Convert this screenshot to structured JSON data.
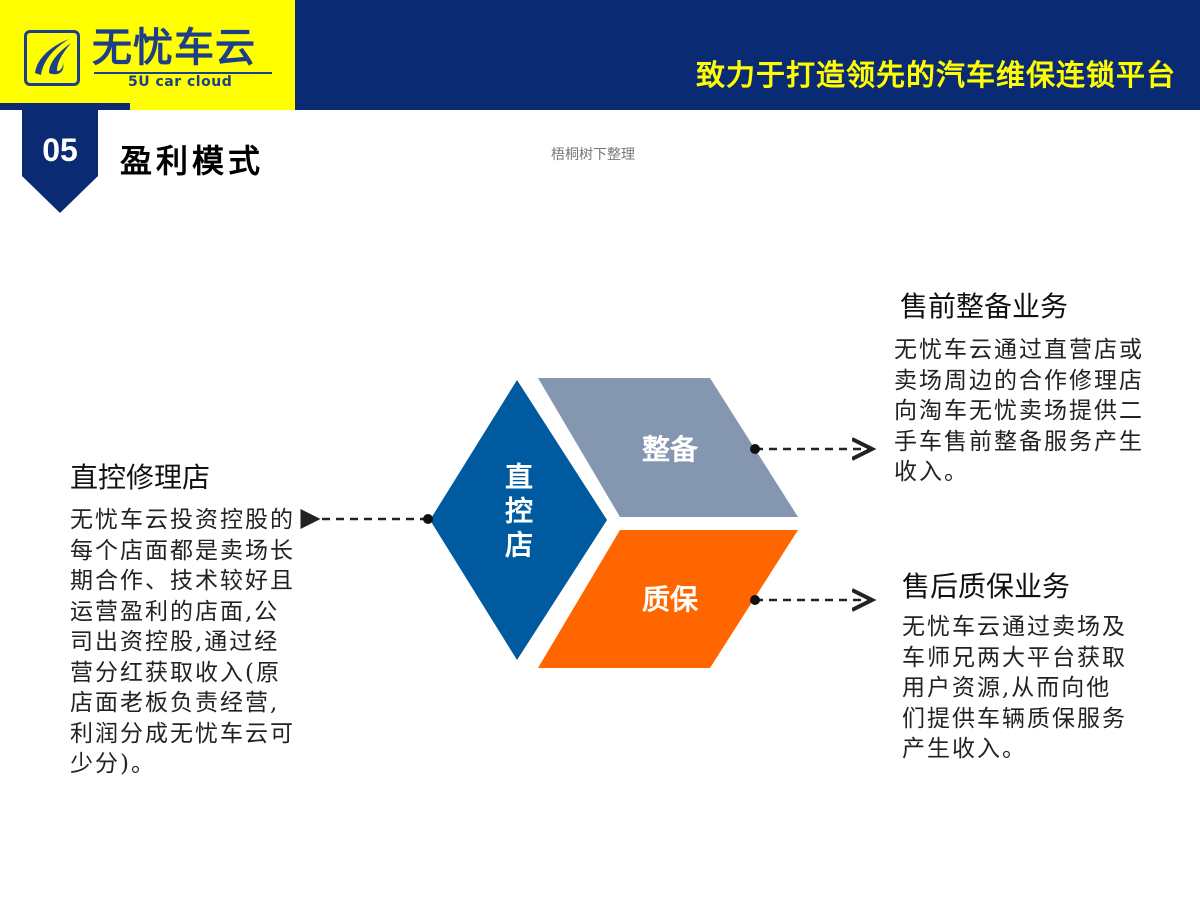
{
  "header": {
    "logo_cn": "无忧车云",
    "logo_en": "5U car cloud",
    "slogan": "致力于打造领先的汽车维保连锁平台",
    "colors": {
      "bar": "#0a2b73",
      "logo_bg": "#ffff00",
      "slogan": "#ffff00",
      "logo_text": "#1d3f8a"
    }
  },
  "section": {
    "number": "05",
    "title": "盈利模式",
    "credit": "梧桐树下整理"
  },
  "diagram": {
    "center": {
      "left": {
        "label": "直控店",
        "color": "#005aa0"
      },
      "top_right": {
        "label": "整备",
        "color": "#8496b0"
      },
      "bottom_right": {
        "label": "质保",
        "color": "#ff6600"
      }
    }
  },
  "blocks": {
    "left": {
      "title": "直控修理店",
      "lines": [
        "无忧车云投资控股的",
        "每个店面都是卖场长",
        "期合作、技术较好且",
        "运营盈利的店面,公",
        "司出资控股,通过经",
        "营分红获取收入(原",
        "店面老板负责经营,",
        "利润分成无忧车云可",
        "少分)。"
      ]
    },
    "top_right": {
      "title": "售前整备业务",
      "lines": [
        "无忧车云通过直营店或",
        "卖场周边的合作修理店",
        "向淘车无忧卖场提供二",
        "手车售前整备服务产生",
        "收入。"
      ]
    },
    "bottom_right": {
      "title": "售后质保业务",
      "lines": [
        "无忧车云通过卖场及",
        "车师兄两大平台获取",
        "用户资源,从而向他",
        "们提供车辆质保服务",
        "产生收入。"
      ]
    }
  }
}
